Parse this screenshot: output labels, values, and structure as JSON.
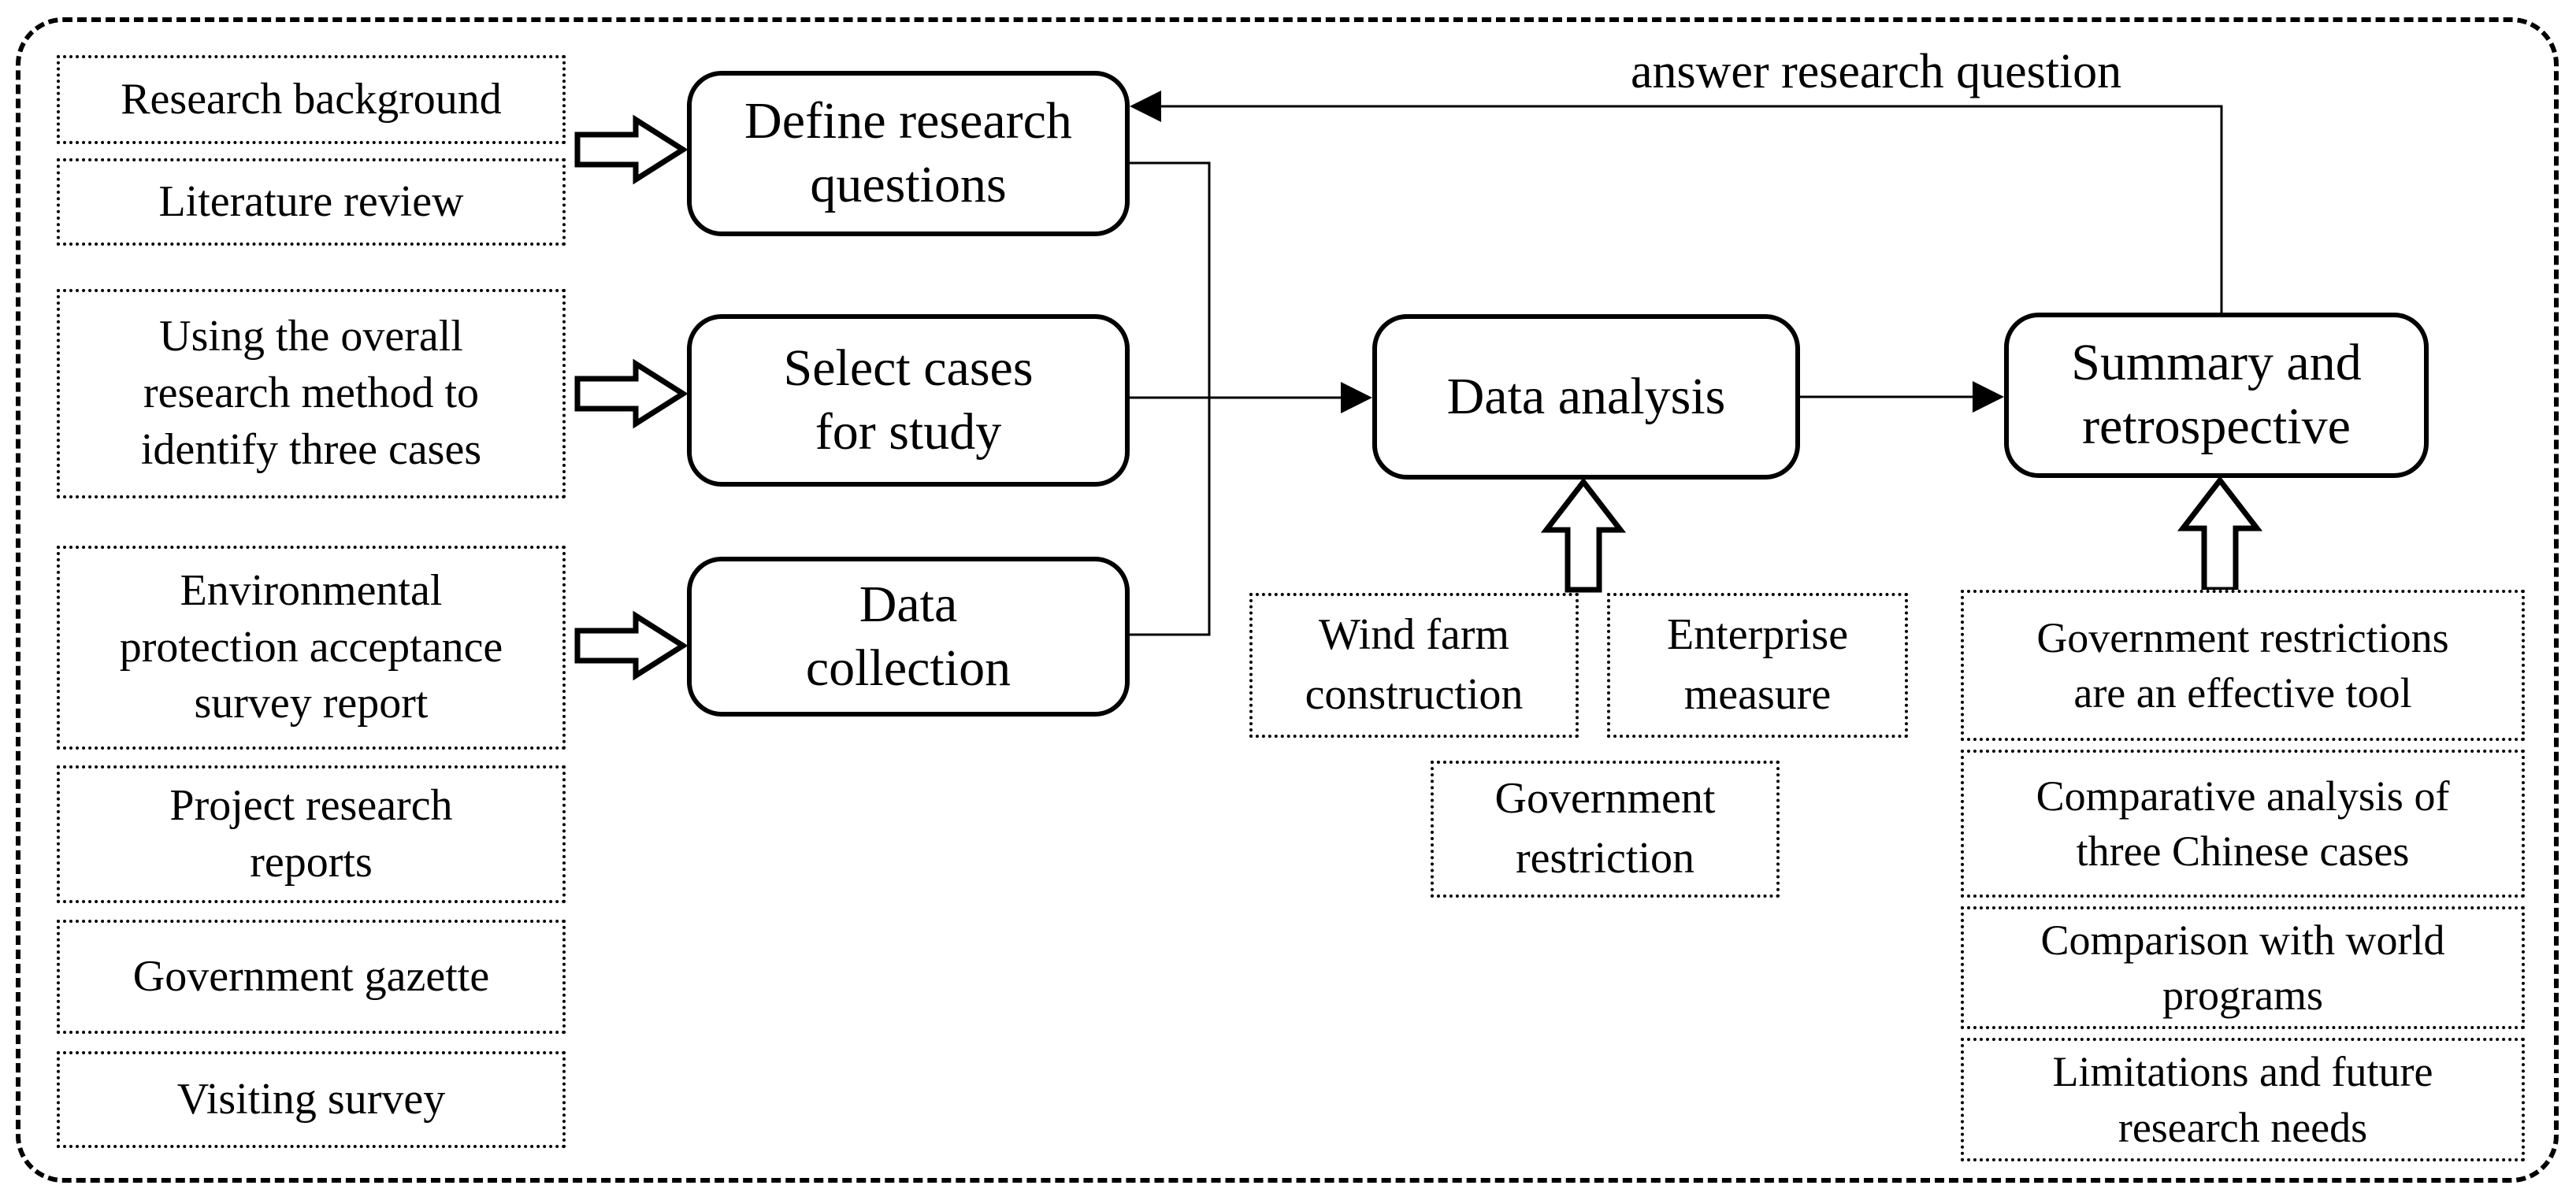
{
  "colors": {
    "ink": "#000000",
    "paper": "#ffffff"
  },
  "annotations": {
    "answer": "answer research question"
  },
  "left_column": {
    "research_background": "Research background",
    "literature_review": "Literature review",
    "overall_method": [
      "Using the overall",
      "research method to",
      "identify three cases"
    ],
    "env_report": [
      "Environmental",
      "protection acceptance",
      "survey report"
    ],
    "project_reports": [
      "Project research",
      "reports"
    ],
    "government_gazette": "Government gazette",
    "visiting_survey": "Visiting survey"
  },
  "process": {
    "define": [
      "Define research",
      "questions"
    ],
    "select": [
      "Select cases",
      "for study"
    ],
    "collect": [
      "Data",
      "collection"
    ],
    "analysis": "Data analysis",
    "summary": [
      "Summary and",
      "retrospective"
    ]
  },
  "analysis_factors": {
    "wind_farm": [
      "Wind farm",
      "construction"
    ],
    "enterprise": [
      "Enterprise",
      "measure"
    ],
    "government": [
      "Government",
      "restriction"
    ]
  },
  "findings": {
    "restrictions_tool": [
      "Government restrictions",
      "are an effective tool"
    ],
    "comparative": [
      "Comparative analysis of",
      "three Chinese cases"
    ],
    "world_programs": [
      "Comparison with world",
      "programs"
    ],
    "limitations": [
      "Limitations and future",
      "research needs"
    ]
  }
}
